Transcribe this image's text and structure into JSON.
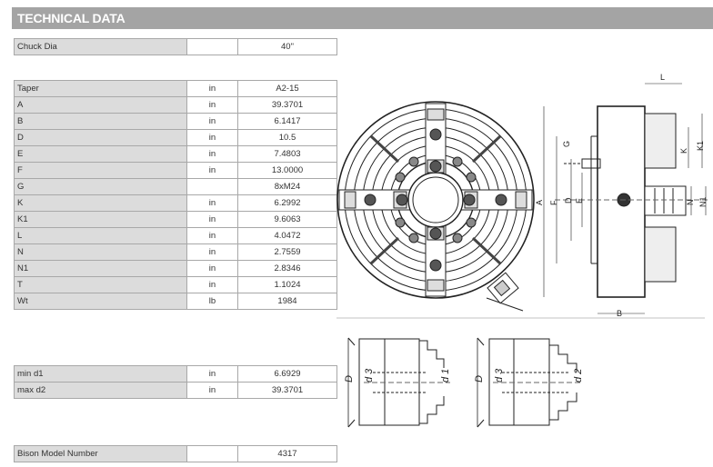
{
  "header": {
    "title": "TECHNICAL DATA"
  },
  "chuck": {
    "label": "Chuck Dia",
    "unit": "",
    "value": "40\""
  },
  "dimensions": [
    {
      "label": "Taper",
      "unit": "in",
      "value": "A2-15"
    },
    {
      "label": "A",
      "unit": "in",
      "value": "39.3701"
    },
    {
      "label": "B",
      "unit": "in",
      "value": "6.1417"
    },
    {
      "label": "D",
      "unit": "in",
      "value": "10.5"
    },
    {
      "label": "E",
      "unit": "in",
      "value": "7.4803"
    },
    {
      "label": "F",
      "unit": "in",
      "value": "13.0000"
    },
    {
      "label": "G",
      "unit": "",
      "value": "8xM24"
    },
    {
      "label": "K",
      "unit": "in",
      "value": "6.2992"
    },
    {
      "label": "K1",
      "unit": "in",
      "value": "9.6063"
    },
    {
      "label": "L",
      "unit": "in",
      "value": "4.0472"
    },
    {
      "label": "N",
      "unit": "in",
      "value": "2.7559"
    },
    {
      "label": "N1",
      "unit": "in",
      "value": "2.8346"
    },
    {
      "label": "T",
      "unit": "in",
      "value": "1.1024"
    },
    {
      "label": "Wt",
      "unit": "lb",
      "value": "1984"
    }
  ],
  "jaw_range": [
    {
      "label": "min d1",
      "unit": "in",
      "value": "6.6929"
    },
    {
      "label": "max d2",
      "unit": "in",
      "value": "39.3701"
    }
  ],
  "model": {
    "label": "Bison Model Number",
    "unit": "",
    "value": "4317"
  },
  "drawing_labels": {
    "side": {
      "L": "L",
      "K1": "K1",
      "K": "K",
      "G": "G",
      "A": "A",
      "F": "F",
      "D": "D",
      "E": "E",
      "N": "N",
      "N1": "N1",
      "B": "B"
    },
    "jaws_left": {
      "D": "D",
      "d3": "d 3",
      "d1": "d 1"
    },
    "jaws_right": {
      "D": "D",
      "d3": "d 3",
      "d2": "d 2"
    }
  }
}
